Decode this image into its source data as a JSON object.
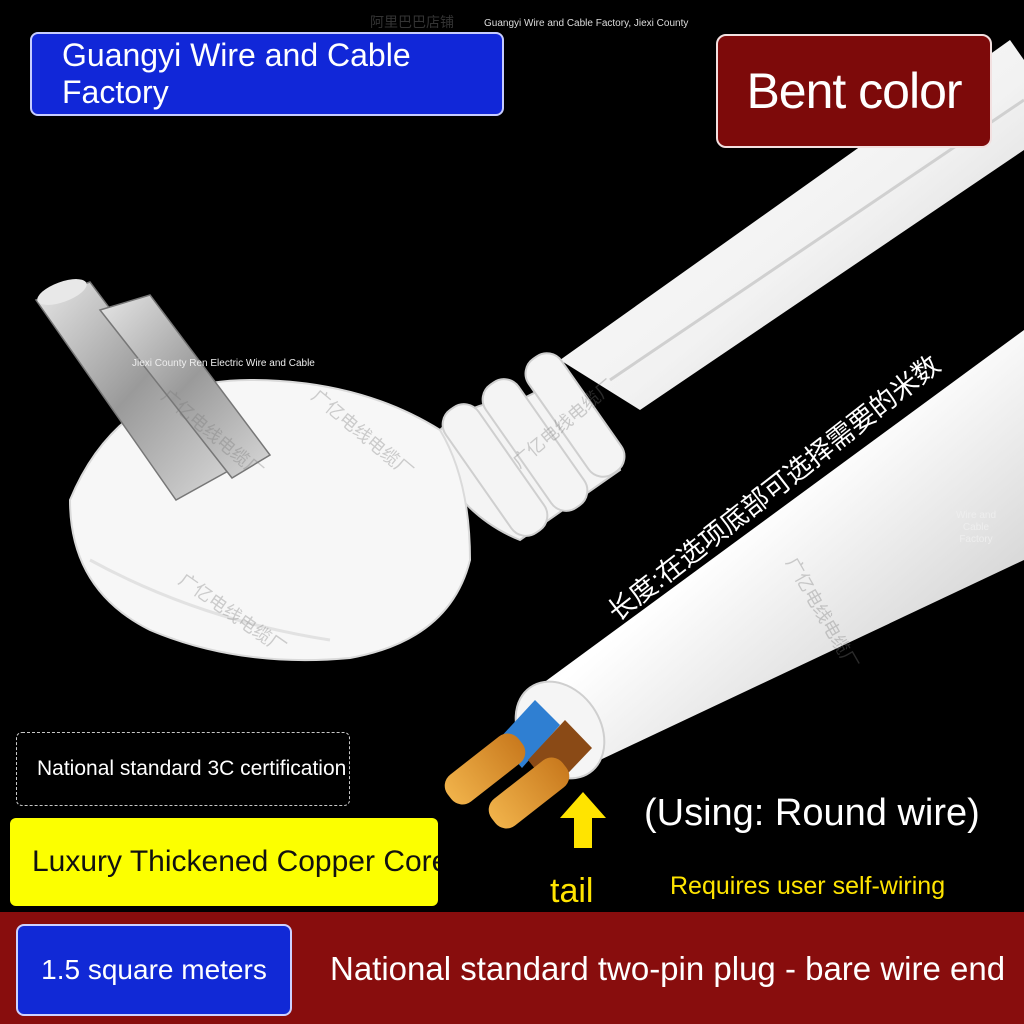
{
  "header": {
    "factory_banner": "Guangyi Wire and Cable Factory",
    "bent_badge": "Bent color"
  },
  "watermarks": {
    "top_cn": "阿里巴巴店铺",
    "top_en": "Guangyi Wire and Cable Factory, Jiexi County",
    "left_en": "Jiexi County Ren Electric Wire and Cable",
    "right_en": "Wire and Cable Factory",
    "diagonal_cn": "广亿电线电缆厂"
  },
  "product": {
    "length_note": "长度:在选项底部可选择需要的米数",
    "certification": "National standard 3C certification",
    "copper_core": "Luxury Thickened Copper Core",
    "using": "(Using: Round wire)",
    "tail_label": "tail",
    "self_wiring": "Requires user self-wiring",
    "wire_area": "1.5 square meters",
    "plug_description": "National standard two-pin plug - bare wire end"
  },
  "colors": {
    "blue_badge": "#1127d8",
    "red_badge": "#7d0a0a",
    "yellow_banner": "#fcff00",
    "bottom_strip": "#880d0d",
    "yellow_text": "#ffe400"
  },
  "icons": {
    "arrow": "up-arrow-icon",
    "plug": "two-pin-plug-icon"
  }
}
